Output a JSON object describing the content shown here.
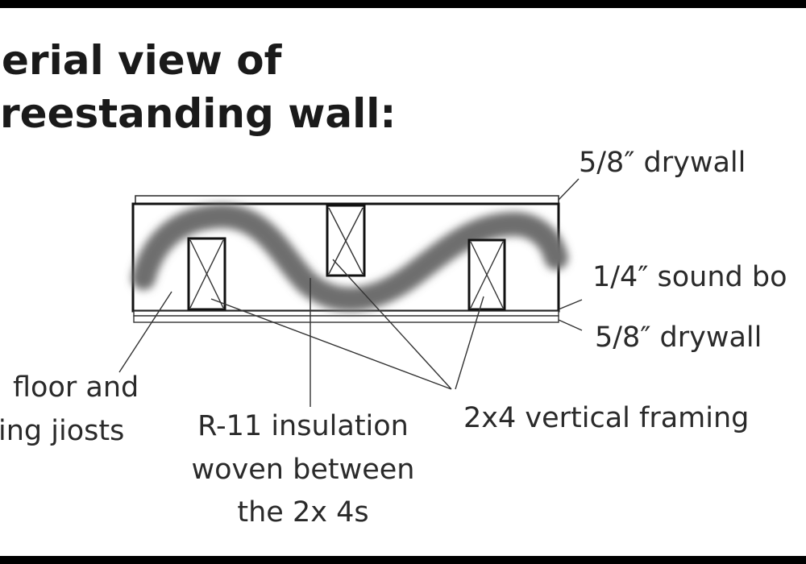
{
  "title": {
    "line1": "erial view of",
    "line2": "reestanding wall:"
  },
  "labels": {
    "drywall_top": "5/8″ drywall",
    "sound_board": "1/4″ sound bo",
    "drywall_bottom": "5/8″ drywall",
    "joists_line1": "floor and",
    "joists_line2": "ing jiosts",
    "insulation_line1": "R-11 insulation",
    "insulation_line2": "woven between",
    "insulation_line3": "the 2x 4s",
    "framing": "2x4 vertical framing"
  },
  "colors": {
    "frame": "#000000",
    "background": "#ffffff",
    "insulation": "#6e6e6e"
  }
}
